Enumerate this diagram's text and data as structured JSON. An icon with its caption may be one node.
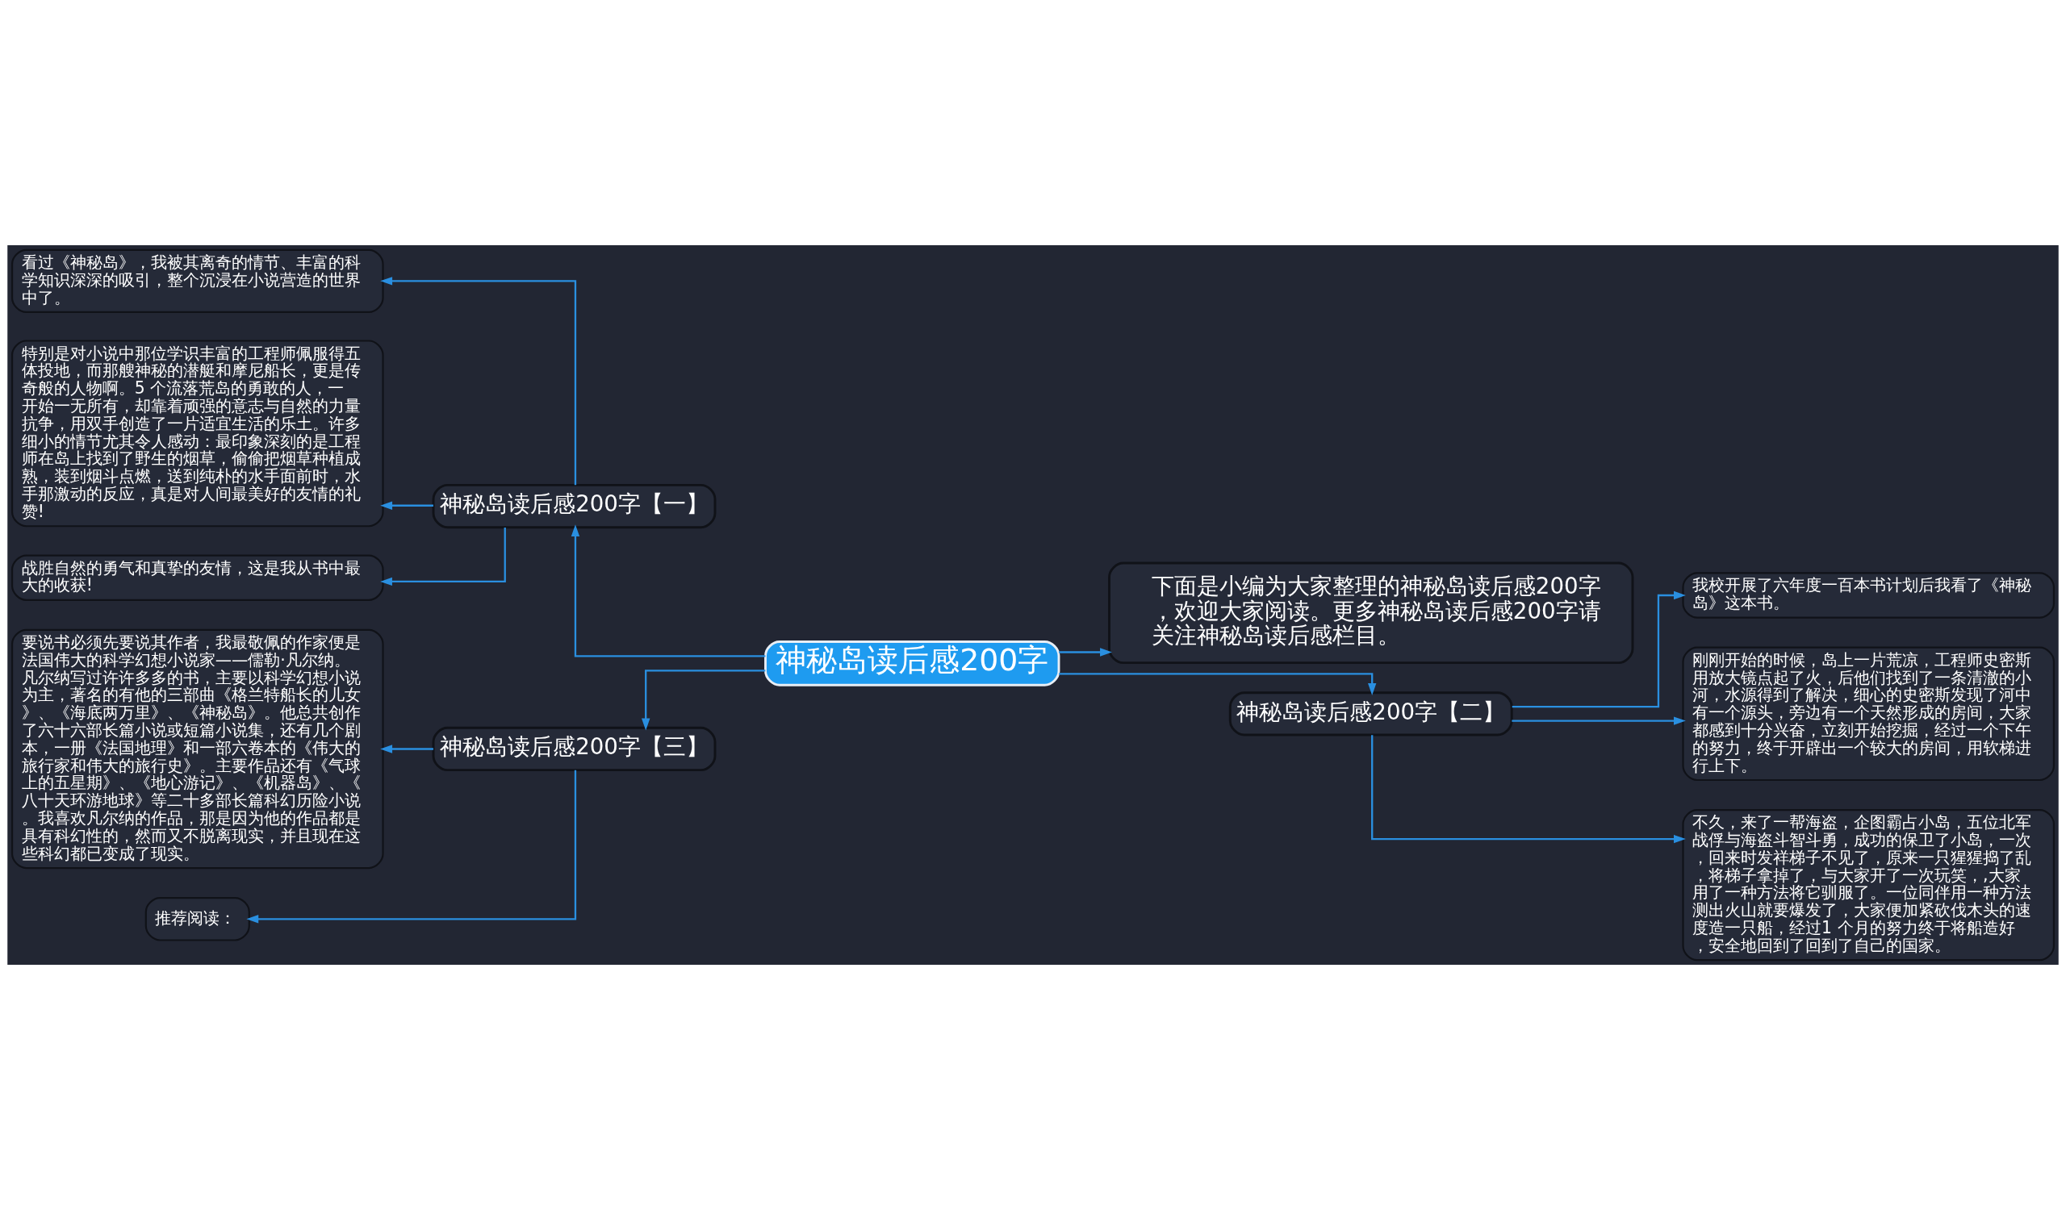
{
  "diagram": {
    "nodes": [
      {
        "text": [
          "神秘岛读后感200字"
        ]
      },
      {
        "text": [
          "神秘岛读后感200字【一】"
        ]
      },
      {
        "text": [
          "看过《神秘岛》，我被其离奇的情节、丰富的科学知识深深的吸引，整个沉浸在小说营造的世界中了。"
        ]
      },
      {
        "text": [
          "特别是对小说中那位学识丰富的工程师佩服得五体投地，而那艘神秘的潜艇和摩尼船长，更是传奇般的人物啊。5 个流落荒岛的勇敢的人，一开始一无所有，却靠着顽强的意志与自然的力量抗争，用双手创造了一片适宜生活的乐土。许多细小的情节尤其令人感动：最印象深刻的是工程师在岛上找到了野生的烟草，偷偷把烟草种植成熟，装到烟斗点燃，送到纯朴的水手面前时，水手那激动的反应，真是对人间最美好的友情的礼赞!"
        ]
      },
      {
        "text": [
          "战胜自然的勇气和真挚的友情，这是我从书中最大的收获!"
        ]
      },
      {
        "text": [
          "神秘岛读后感200字【三】"
        ]
      },
      {
        "text": [
          "要说书必须先要说其作者，我最敬佩的作家便是法国伟大的科学幻想小说家——儒勒·凡尔纳。凡尔纳写过许许多多的书，主要以科学幻想小说为主，著名的有他的三部曲《格兰特船长的儿女》、《海底两万里》、《神秘岛》。他总共创作了六十六部长篇小说或短篇小说集，还有几个剧本，一册《法国地理》和一部六卷本的《伟大的旅行家和伟大的旅行史》。主要作品还有《气球上的五星期》、《地心游记》、《机器岛》、《八十天环游地球》等二十多部长篇科幻历险小说。我喜欢凡尔纳的作品，那是因为他的作品都是具有科幻性的，然而又不脱离现实，并且现在这些科幻都已变成了现实。"
        ]
      },
      {
        "text": [
          "推荐阅读："
        ]
      },
      {
        "text": [
          "下面是小编为大家整理的神秘岛读后感200字，欢迎大家阅读。更多神秘岛读后感200字请关注神秘岛读后感栏目。"
        ]
      },
      {
        "text": [
          "神秘岛读后感200字【二】"
        ]
      },
      {
        "text": [
          "我校开展了六年度一百本书计划后我看了《神秘岛》这本书。"
        ]
      },
      {
        "text": [
          "刚刚开始的时候，岛上一片荒凉，工程师史密斯用放大镜点起了火，后他们找到了一条清澈的小河，水源得到了解决，细心的史密斯发现了河中有一个源头，旁边有一个天然形成的房间，大家都感到十分兴奋，立刻开始挖掘，经过一个下午的努力，终于开辟出一个较大的房间，用软梯进行上下。"
        ]
      },
      {
        "text": [
          "不久，来了一帮海盗，企图霸占小岛，五位北军战俘与海盗斗智斗勇，成功的保卫了小岛，一次，回来时发祥梯子不见了，原来一只猩猩捣了乱，将梯子拿掉了，与大家开了一次玩笑，,大家用了一种方法将它驯服了。一位同伴用一种方法测出火山就要爆发了，大家便加紧砍伐木头的速度造一只船，经过1 个月的努力终于将船造好，安全地回到了回到了自己的国家。"
        ]
      }
    ],
    "edges": [
      {
        "from": 0,
        "to": 1,
        "arrow": "to"
      },
      {
        "from": 1,
        "to": 2,
        "arrow": "to"
      },
      {
        "from": 1,
        "to": 3,
        "arrow": "to"
      },
      {
        "from": 1,
        "to": 4,
        "arrow": "to"
      },
      {
        "from": 0,
        "to": 5,
        "arrow": "to"
      },
      {
        "from": 5,
        "to": 6,
        "arrow": "to"
      },
      {
        "from": 5,
        "to": 7,
        "arrow": "to"
      },
      {
        "from": 0,
        "to": 8,
        "arrow": "to"
      },
      {
        "from": 0,
        "to": 9,
        "arrow": "to"
      },
      {
        "from": 9,
        "to": 10,
        "arrow": "to"
      },
      {
        "from": 9,
        "to": 11,
        "arrow": "to"
      },
      {
        "from": 9,
        "to": 12,
        "arrow": "to"
      }
    ]
  }
}
